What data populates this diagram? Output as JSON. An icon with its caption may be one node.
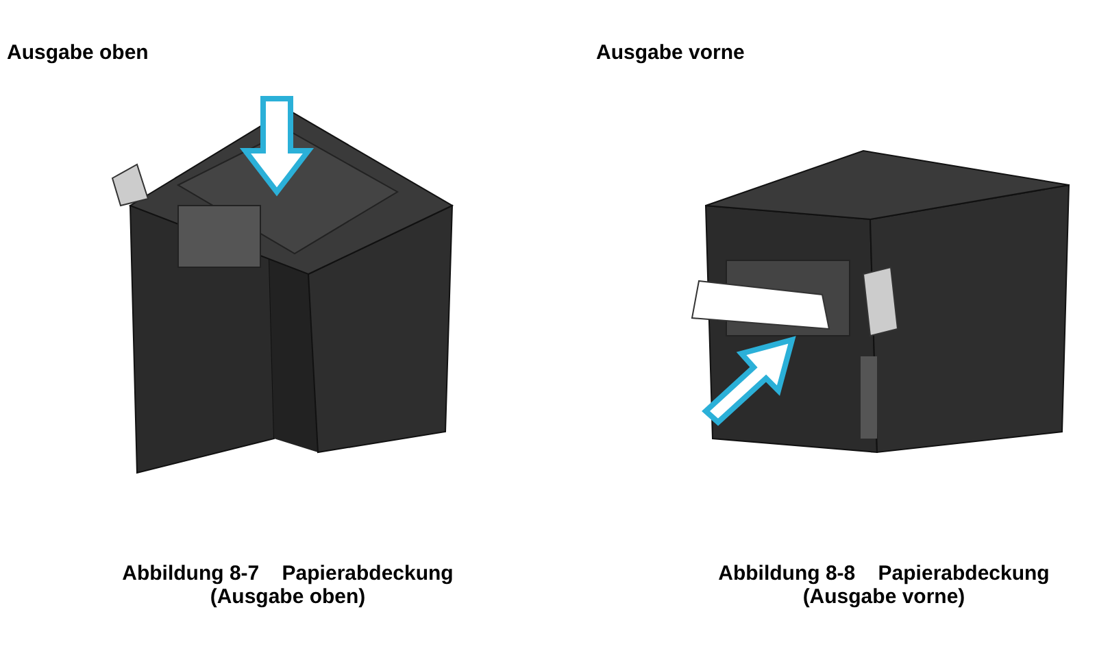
{
  "diagram": {
    "labels": [
      "Ausgabe oben",
      "Ausgabe vorne",
      "Abbildung 8-7    Papierabdeckung (Ausgabe oben)",
      "Abbildung 8-8    Papierabdeckung (Ausgabe vorne)"
    ]
  }
}
